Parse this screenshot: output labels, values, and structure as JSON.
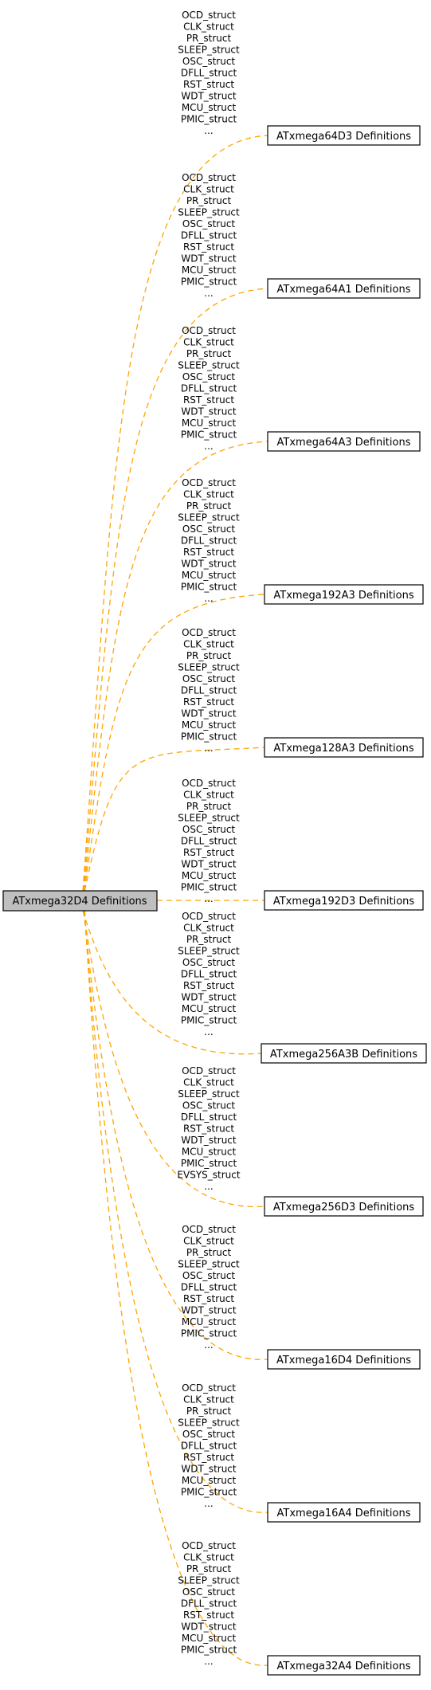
{
  "main_node": {
    "label": "ATxmega32D4 Definitions"
  },
  "groups": [
    {
      "name": "ATxmega64D3 Definitions",
      "structs": [
        "OCD_struct",
        "CLK_struct",
        "PR_struct",
        "SLEEP_struct",
        "OSC_struct",
        "DFLL_struct",
        "RST_struct",
        "WDT_struct",
        "MCU_struct",
        "PMIC_struct",
        "..."
      ]
    },
    {
      "name": "ATxmega64A1 Definitions",
      "structs": [
        "OCD_struct",
        "CLK_struct",
        "PR_struct",
        "SLEEP_struct",
        "OSC_struct",
        "DFLL_struct",
        "RST_struct",
        "WDT_struct",
        "MCU_struct",
        "PMIC_struct",
        "..."
      ]
    },
    {
      "name": "ATxmega64A3 Definitions",
      "structs": [
        "OCD_struct",
        "CLK_struct",
        "PR_struct",
        "SLEEP_struct",
        "OSC_struct",
        "DFLL_struct",
        "RST_struct",
        "WDT_struct",
        "MCU_struct",
        "PMIC_struct",
        "..."
      ]
    },
    {
      "name": "ATxmega192A3 Definitions",
      "structs": [
        "OCD_struct",
        "CLK_struct",
        "PR_struct",
        "SLEEP_struct",
        "OSC_struct",
        "DFLL_struct",
        "RST_struct",
        "WDT_struct",
        "MCU_struct",
        "PMIC_struct",
        "..."
      ]
    },
    {
      "name": "ATxmega128A3 Definitions",
      "structs": [
        "OCD_struct",
        "CLK_struct",
        "PR_struct",
        "SLEEP_struct",
        "OSC_struct",
        "DFLL_struct",
        "RST_struct",
        "WDT_struct",
        "MCU_struct",
        "PMIC_struct",
        "..."
      ]
    },
    {
      "name": "ATxmega192D3 Definitions",
      "structs": [
        "OCD_struct",
        "CLK_struct",
        "PR_struct",
        "SLEEP_struct",
        "OSC_struct",
        "DFLL_struct",
        "RST_struct",
        "WDT_struct",
        "MCU_struct",
        "PMIC_struct",
        "..."
      ]
    },
    {
      "name": "ATxmega256A3B Definitions",
      "structs": [
        "OCD_struct",
        "CLK_struct",
        "PR_struct",
        "SLEEP_struct",
        "OSC_struct",
        "DFLL_struct",
        "RST_struct",
        "WDT_struct",
        "MCU_struct",
        "PMIC_struct",
        "..."
      ]
    },
    {
      "name": "ATxmega256D3 Definitions",
      "structs": [
        "OCD_struct",
        "CLK_struct",
        "SLEEP_struct",
        "OSC_struct",
        "DFLL_struct",
        "RST_struct",
        "WDT_struct",
        "MCU_struct",
        "PMIC_struct",
        "EVSYS_struct",
        "..."
      ]
    },
    {
      "name": "ATxmega16D4 Definitions",
      "structs": [
        "OCD_struct",
        "CLK_struct",
        "PR_struct",
        "SLEEP_struct",
        "OSC_struct",
        "DFLL_struct",
        "RST_struct",
        "WDT_struct",
        "MCU_struct",
        "PMIC_struct",
        "..."
      ]
    },
    {
      "name": "ATxmega16A4 Definitions",
      "structs": [
        "OCD_struct",
        "CLK_struct",
        "PR_struct",
        "SLEEP_struct",
        "OSC_struct",
        "DFLL_struct",
        "RST_struct",
        "WDT_struct",
        "MCU_struct",
        "PMIC_struct",
        "..."
      ]
    },
    {
      "name": "ATxmega32A4 Definitions",
      "structs": [
        "OCD_struct",
        "CLK_struct",
        "PR_struct",
        "SLEEP_struct",
        "OSC_struct",
        "DFLL_struct",
        "RST_struct",
        "WDT_struct",
        "MCU_struct",
        "PMIC_struct",
        "..."
      ]
    }
  ],
  "colors": {
    "edge": "#ffa500",
    "main_fill": "#bfbfbf",
    "node_fill": "#ffffff",
    "border": "#000000"
  }
}
